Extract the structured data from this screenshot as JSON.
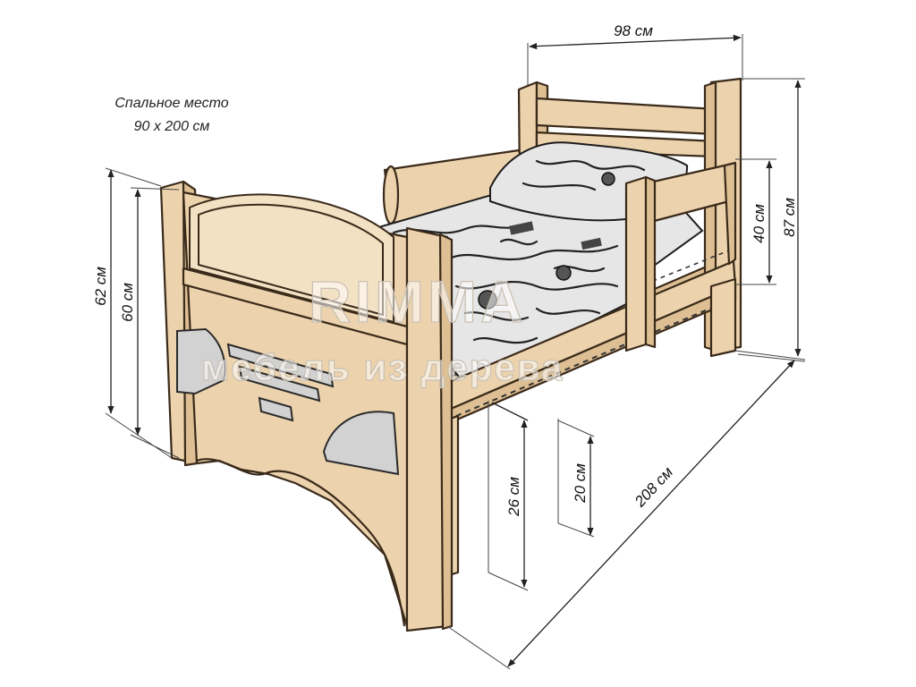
{
  "caption": {
    "line1": "Спальное место",
    "line2": "90 х 200 см"
  },
  "dimensions": {
    "width": "98 см",
    "total_height": "87 см",
    "rail_height": "40 см",
    "footboard_outer": "62 см",
    "footboard_inner": "60 см",
    "length": "208 см",
    "frame_height": "26 см",
    "clearance": "20 см"
  },
  "watermark": {
    "brand": "RIMMA",
    "tagline": "мебель из дерева"
  },
  "colors": {
    "wood": "#ecd3ad",
    "outline": "#3a2a1a",
    "decor": "#d2d2d2"
  }
}
